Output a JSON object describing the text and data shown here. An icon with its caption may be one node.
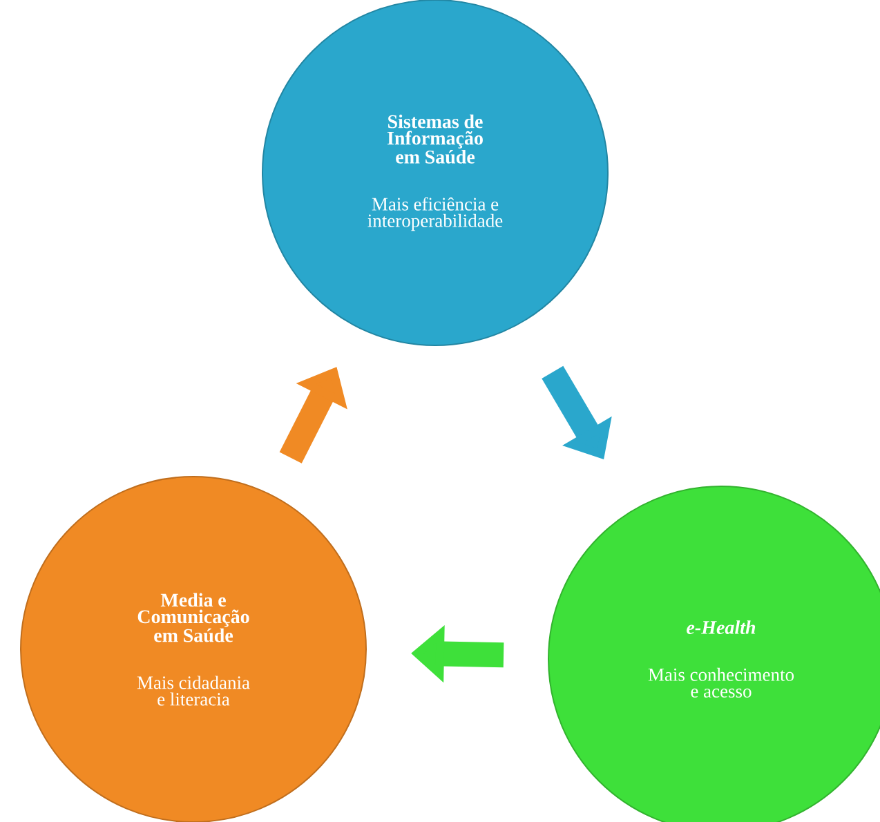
{
  "diagram": {
    "nodes": [
      {
        "text": [
          "Sistemas de Informação em Saúde",
          "Mais eficiência e interoperabilidade"
        ]
      },
      {
        "text": [
          "e-Health",
          "Mais conhecimento e acesso"
        ]
      },
      {
        "text": [
          "Media e Comunicação em Saúde",
          "Mais cidadania e literacia"
        ]
      }
    ],
    "edges": [
      {
        "from": 2,
        "to": 0,
        "arrow": "to",
        "color": "#f08a24"
      },
      {
        "from": 0,
        "to": 1,
        "arrow": "to",
        "color": "#2aa7cc"
      },
      {
        "from": 1,
        "to": 2,
        "arrow": "to",
        "color": "#3ee03a"
      }
    ]
  }
}
